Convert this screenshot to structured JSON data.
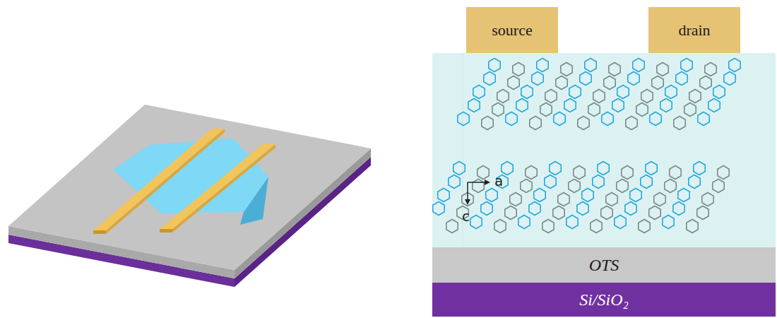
{
  "diagram": {
    "nodes": [
      {
        "text": [
          "source"
        ]
      },
      {
        "text": [
          "drain"
        ]
      },
      {
        "text": [
          "OTS"
        ]
      },
      {
        "text": [
          "Si/SiO₂"
        ]
      }
    ],
    "labels": [
      "a",
      "c"
    ]
  }
}
